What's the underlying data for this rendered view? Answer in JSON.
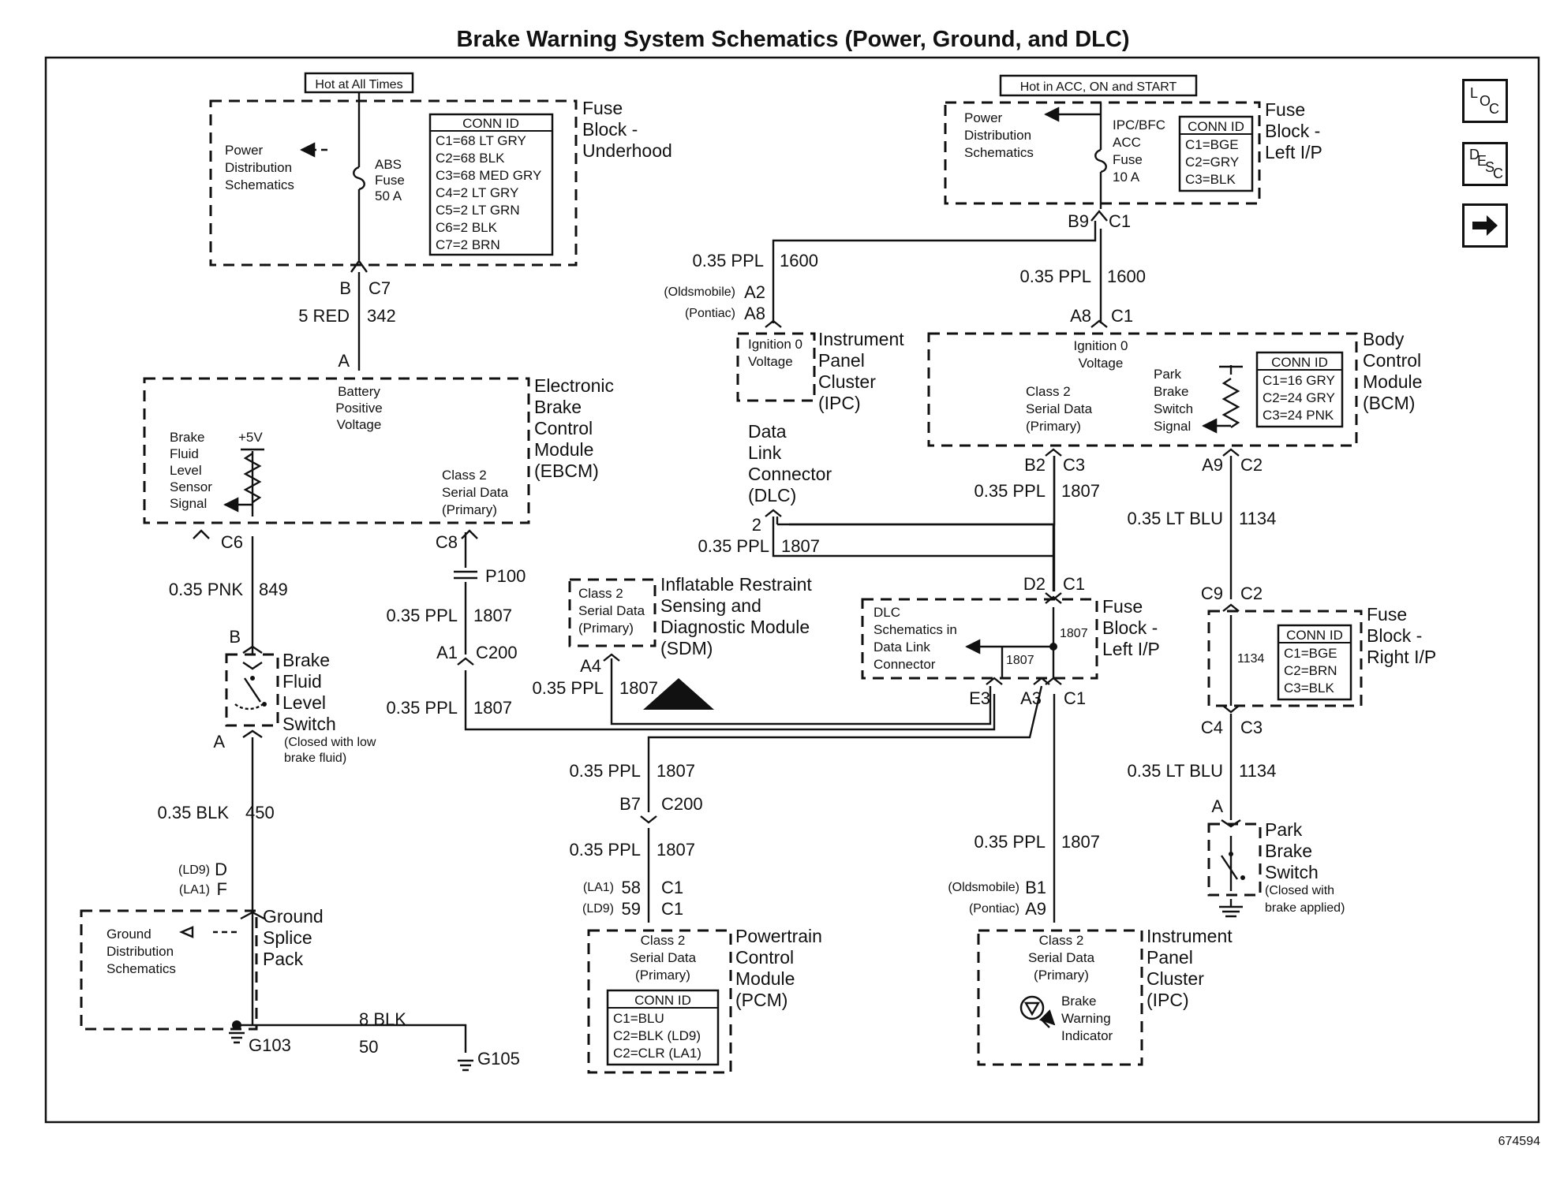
{
  "title": "Brake Warning System Schematics (Power, Ground, and DLC)",
  "figure_id": "674594",
  "nav": {
    "loc_glyph": [
      "L",
      "O",
      "C"
    ],
    "desc_glyph": [
      "D",
      "E",
      "S",
      "C"
    ]
  },
  "hot_labels": {
    "always": "Hot at All Times",
    "acc_on_start": "Hot in ACC, ON and START"
  },
  "components": {
    "fuse_underhood": [
      "Fuse",
      "Block -",
      "Underhood"
    ],
    "fuse_left_top": [
      "Fuse",
      "Block -",
      "Left I/P"
    ],
    "ebcm": [
      "Electronic",
      "Brake",
      "Control",
      "Module",
      "(EBCM)"
    ],
    "ipc_top": [
      "Instrument",
      "Panel",
      "Cluster",
      "(IPC)"
    ],
    "bcm": [
      "Body",
      "Control",
      "Module",
      "(BCM)"
    ],
    "dlc": [
      "Data",
      "Link",
      "Connector",
      "(DLC)"
    ],
    "sdm": [
      "Inflatable Restraint",
      "Sensing and",
      "Diagnostic Module",
      "(SDM)"
    ],
    "fuse_left_mid": [
      "Fuse",
      "Block -",
      "Left I/P"
    ],
    "fuse_right": [
      "Fuse",
      "Block -",
      "Right I/P"
    ],
    "brake_fluid_switch": [
      "Brake",
      "Fluid",
      "Level",
      "Switch"
    ],
    "brake_fluid_note": [
      "(Closed with low",
      "brake fluid)"
    ],
    "park_brake_switch": [
      "Park",
      "Brake",
      "Switch"
    ],
    "park_brake_note": [
      "(Closed with",
      "brake applied)"
    ],
    "ground_splice": [
      "Ground",
      "Splice",
      "Pack"
    ],
    "pcm": [
      "Powertrain",
      "Control",
      "Module",
      "(PCM)"
    ],
    "ipc_bottom": [
      "Instrument",
      "Panel",
      "Cluster",
      "(IPC)"
    ]
  },
  "internal": {
    "power_dist_1": [
      "Power",
      "Distribution",
      "Schematics"
    ],
    "abs_fuse": [
      "ABS",
      "Fuse",
      "50 A"
    ],
    "power_dist_2": [
      "Power",
      "Distribution",
      "Schematics"
    ],
    "ipc_bfc_fuse": [
      "IPC/BFC",
      "ACC",
      "Fuse",
      "10 A"
    ],
    "battery_voltage": [
      "Battery",
      "Positive",
      "Voltage"
    ],
    "brake_fluid_sensor": [
      "Brake",
      "Fluid",
      "Level",
      "Sensor",
      "Signal"
    ],
    "plus5v": "+5V",
    "ebcm_class2": [
      "Class 2",
      "Serial Data",
      "(Primary)"
    ],
    "ipc_ign": [
      "Ignition 0",
      "Voltage"
    ],
    "bcm_ign": [
      "Ignition 0",
      "Voltage"
    ],
    "bcm_class2": [
      "Class 2",
      "Serial Data",
      "(Primary)"
    ],
    "bcm_park": [
      "Park",
      "Brake",
      "Switch",
      "Signal"
    ],
    "sdm_class2": [
      "Class 2",
      "Serial Data",
      "(Primary)"
    ],
    "dlc_schem": [
      "DLC",
      "Schematics in",
      "Data Link",
      "Connector"
    ],
    "ground_dist": [
      "Ground",
      "Distribution",
      "Schematics"
    ],
    "pcm_class2": [
      "Class 2",
      "Serial Data",
      "(Primary)"
    ],
    "ipc_class2": [
      "Class 2",
      "Serial Data",
      "(Primary)"
    ],
    "brake_warning": [
      "Brake",
      "Warning",
      "Indicator"
    ]
  },
  "conn_ids": {
    "underhood": {
      "header": "CONN ID",
      "rows": [
        "C1=68 LT GRY",
        "C2=68 BLK",
        "C3=68 MED GRY",
        "C4=2 LT GRY",
        "C5=2 LT GRN",
        "C6=2 BLK",
        "C7=2 BRN"
      ]
    },
    "left_ip": {
      "header": "CONN ID",
      "rows": [
        "C1=BGE",
        "C2=GRY",
        "C3=BLK"
      ]
    },
    "bcm": {
      "header": "CONN ID",
      "rows": [
        "C1=16 GRY",
        "C2=24 GRY",
        "C3=24 PNK"
      ]
    },
    "right_ip": {
      "header": "CONN ID",
      "rows": [
        "C1=BGE",
        "C2=BRN",
        "C3=BLK"
      ]
    },
    "pcm": {
      "header": "CONN ID",
      "rows": [
        "C1=BLU",
        "C2=BLK (LD9)",
        "C2=CLR (LA1)"
      ]
    }
  },
  "wires": {
    "w342_color": "5 RED",
    "w342_num": "342",
    "w849_color": "0.35 PNK",
    "w849_num": "849",
    "w450_color": "0.35 BLK",
    "w450_num": "450",
    "w50_color": "8 BLK",
    "w50_num": "50",
    "ppl": "0.35 PPL",
    "ltblu": "0.35 LT BLU",
    "n1600": "1600",
    "n1807": "1807",
    "n1134": "1134"
  },
  "pins": {
    "B": "B",
    "C7": "C7",
    "A": "A",
    "C6": "C6",
    "C8": "C8",
    "P100": "P100",
    "A1": "A1",
    "C200": "C200",
    "A2": "A2",
    "A8": "A8",
    "oldsmobile": "(Oldsmobile)",
    "pontiac": "(Pontiac)",
    "B9": "B9",
    "C1": "C1",
    "B2": "B2",
    "C3": "C3",
    "A9": "A9",
    "C2": "C2",
    "dlc_pin": "2",
    "A4": "A4",
    "D2": "D2",
    "C9": "C9",
    "E3": "E3",
    "A3": "A3",
    "C4": "C4",
    "B7": "B7",
    "LA1": "(LA1)",
    "LD9": "(LD9)",
    "p58": "58",
    "p59": "59",
    "B1": "B1",
    "D": "D",
    "F": "F",
    "G103": "G103",
    "G105": "G105"
  }
}
